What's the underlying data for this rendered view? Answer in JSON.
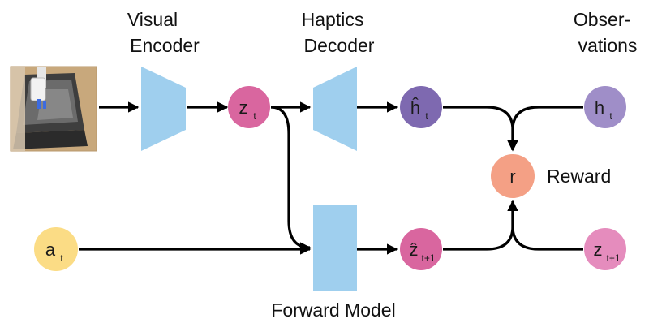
{
  "labels": {
    "visual_encoder_1": "Visual",
    "visual_encoder_2": "Encoder",
    "haptics_decoder_1": "Haptics",
    "haptics_decoder_2": "Decoder",
    "observations_1": "Obser-",
    "observations_2": "vations",
    "reward": "Reward",
    "forward_model": "Forward Model"
  },
  "nodes": {
    "z_t": {
      "main": "z",
      "sub": "t"
    },
    "h_hat_t": {
      "main": "ĥ",
      "sub": "t"
    },
    "h_t": {
      "main": "h",
      "sub": "t"
    },
    "r": {
      "main": "r"
    },
    "a_t": {
      "main": "a",
      "sub": "t"
    },
    "z_hat_t1": {
      "main": "ẑ",
      "sub": "t+1"
    },
    "z_t1": {
      "main": "z",
      "sub": "t+1"
    }
  },
  "colors": {
    "block": "#9fcfee",
    "z_node": "#d9669f",
    "h_hat_node": "#7e69b0",
    "h_node": "#9f8ec8",
    "reward_node": "#f4a085",
    "action_node": "#fbdc85",
    "z_hat_node": "#d9669f",
    "z_next_node": "#e58cbd",
    "arrow": "#000000"
  },
  "icons": {
    "camera_image": "robot-arm-in-bin-camera-image"
  }
}
